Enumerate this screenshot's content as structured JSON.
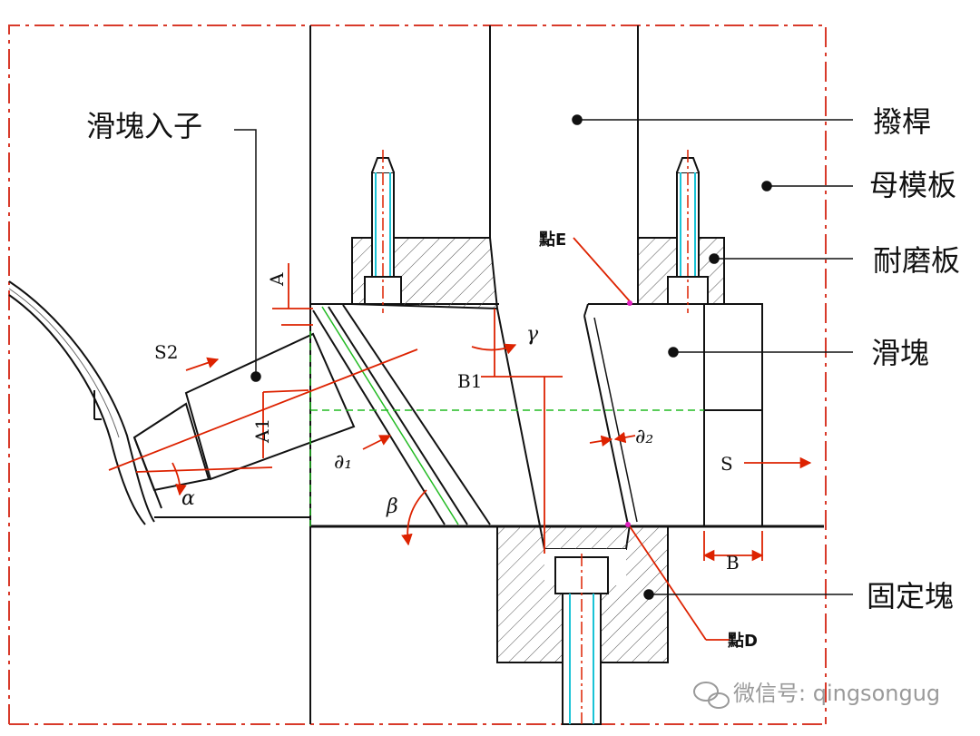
{
  "labels": {
    "slider_insert": "滑塊入子",
    "angle_pin": "撥桿",
    "cavity_plate": "母模板",
    "wear_plate": "耐磨板",
    "slider": "滑塊",
    "fixed_block": "固定塊"
  },
  "points": {
    "e": "點E",
    "d": "點D"
  },
  "dims": {
    "a": "A",
    "a1": "A1",
    "b": "B",
    "b1": "B1",
    "s": "S",
    "s2": "S2"
  },
  "angles": {
    "alpha": "α",
    "beta": "β",
    "gamma": "γ",
    "delta1": "∂₁",
    "delta2": "∂₂"
  },
  "watermark": "微信号: qingsongug",
  "colors": {
    "outline": "#111111",
    "dim_red": "#dd2200",
    "frame_red": "#d83a2a",
    "green": "#22bb22",
    "cyan": "#19c3d6",
    "magenta": "#e020c0"
  }
}
